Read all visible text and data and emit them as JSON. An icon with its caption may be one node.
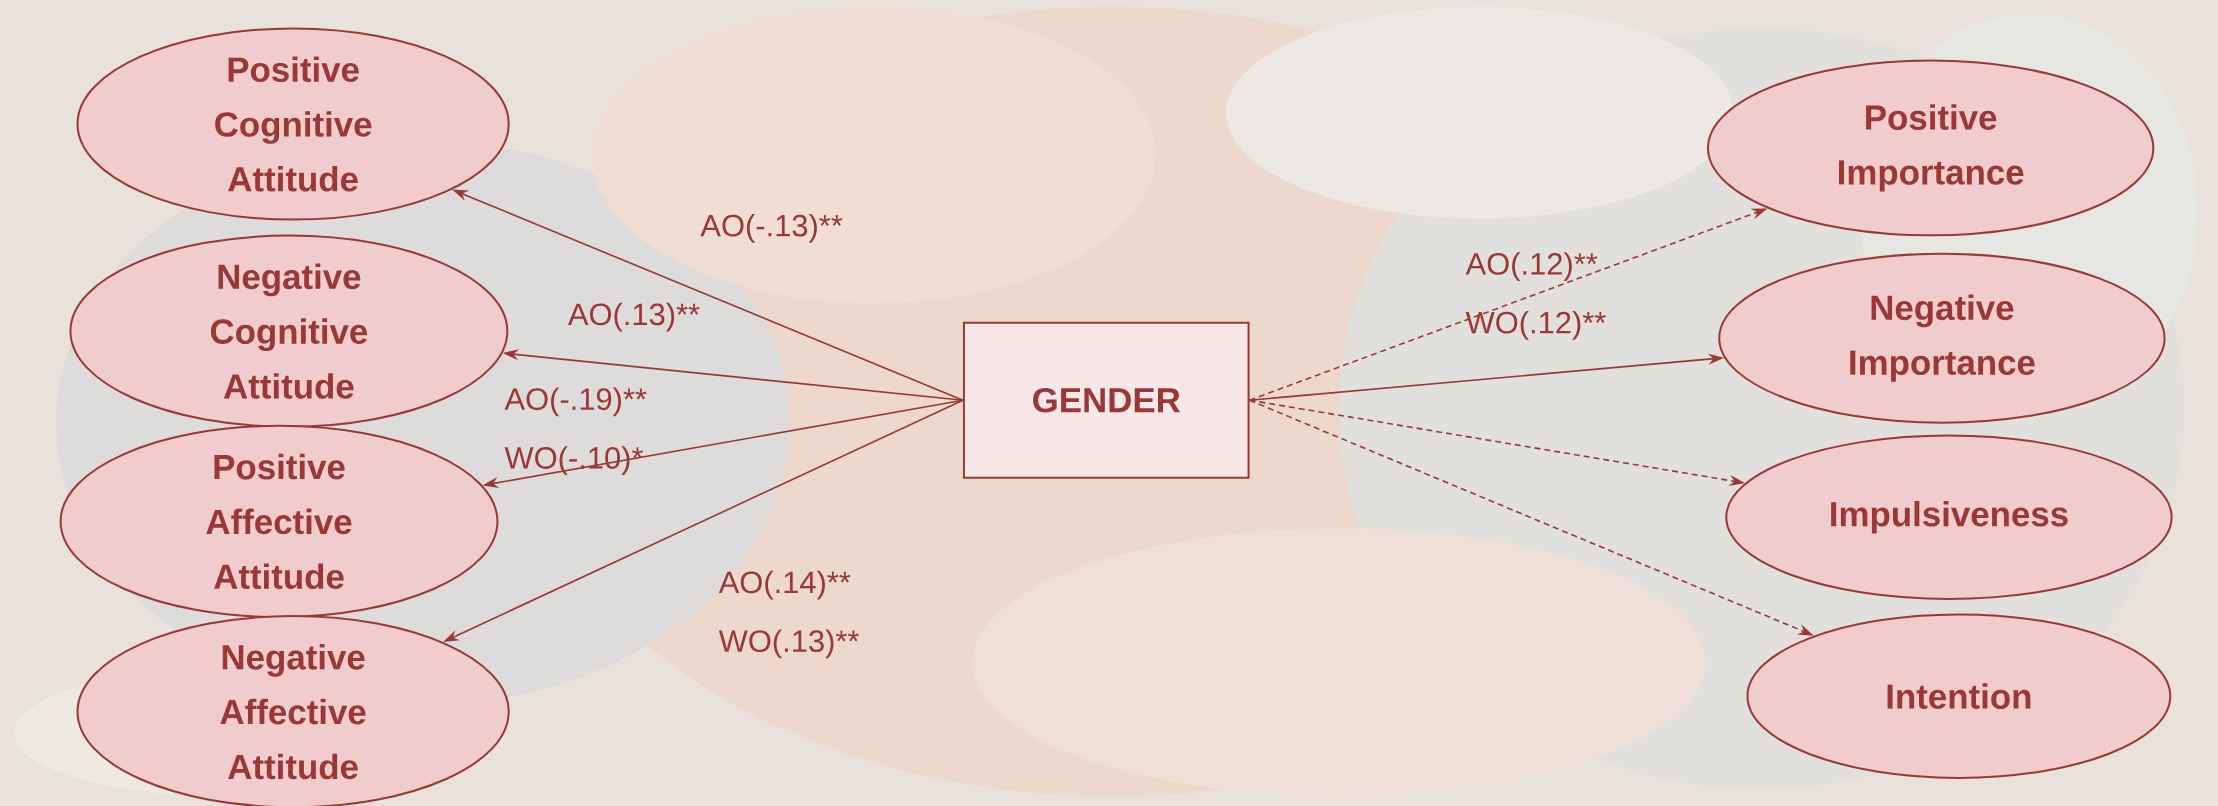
{
  "diagram": {
    "nodes": [
      {
        "text": [
          "Positive Cognitive Attitude"
        ]
      },
      {
        "text": [
          "Negative Cognitive Attitude"
        ]
      },
      {
        "text": [
          "Positive Affective Attitude"
        ]
      },
      {
        "text": [
          "Negative Affective Attitude"
        ]
      },
      {
        "text": [
          "GENDER"
        ]
      },
      {
        "text": [
          "Positive Importance"
        ]
      },
      {
        "text": [
          "Negative Importance"
        ]
      },
      {
        "text": [
          "Impulsiveness"
        ]
      },
      {
        "text": [
          "Intention"
        ]
      }
    ],
    "edges": [
      {
        "from": 4,
        "to": 0,
        "arrow": "to",
        "label": "AO(-.13)**"
      },
      {
        "from": 4,
        "to": 1,
        "arrow": "to",
        "label": "AO(.13)**"
      },
      {
        "from": 4,
        "to": 2,
        "arrow": "to",
        "label": "AO(-.19)** WO(-.10)*"
      },
      {
        "from": 4,
        "to": 3,
        "arrow": "to",
        "label": "AO(.14)** WO(.13)**"
      },
      {
        "from": 4,
        "to": 5,
        "arrow": "to",
        "style": "dashed"
      },
      {
        "from": 4,
        "to": 6,
        "arrow": "to",
        "label": "AO(.12)** WO(.12)**"
      },
      {
        "from": 4,
        "to": 7,
        "arrow": "to",
        "style": "dashed"
      },
      {
        "from": 4,
        "to": 8,
        "arrow": "to",
        "style": "dashed"
      }
    ]
  }
}
